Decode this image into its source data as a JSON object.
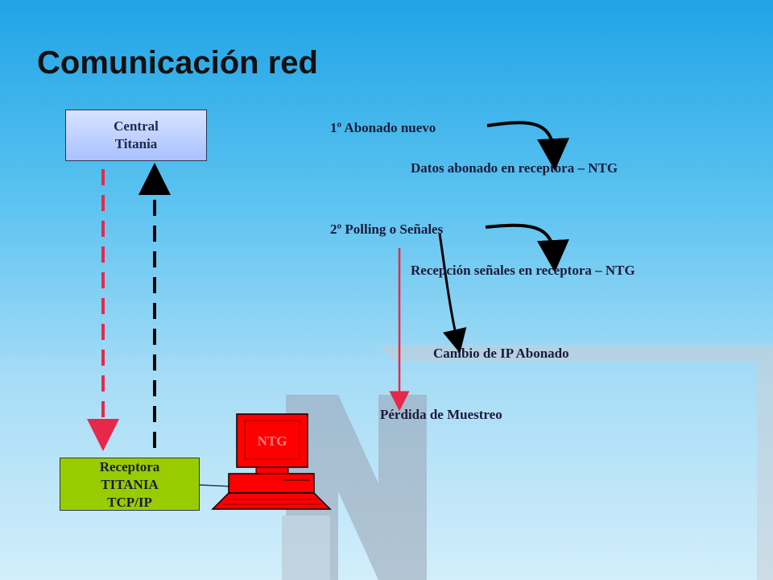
{
  "title": "Comunicación red",
  "central": {
    "line1": "Central",
    "line2": "Titania"
  },
  "receptora": {
    "line1": "Receptora",
    "line2": "TITANIA",
    "line3": "TCP/IP"
  },
  "computer_label": "NTG",
  "steps": {
    "s1": "1º   Abonado nuevo",
    "s1_result": "Datos abonado en receptora – NTG",
    "s2": "2º   Polling o Señales",
    "s2_result": "Recepción señales en receptora – NTG",
    "s3": "Cambio de IP Abonado",
    "s4": "Pérdida de Muestreo"
  },
  "colors": {
    "central_fill": "#a9c1ff",
    "receptora_fill": "#99cc00",
    "computer": "#ff0000",
    "red_arrow": "#e8284a",
    "black_arrow": "#000000"
  },
  "icons": [
    "computer-icon",
    "logo-n-watermark"
  ]
}
